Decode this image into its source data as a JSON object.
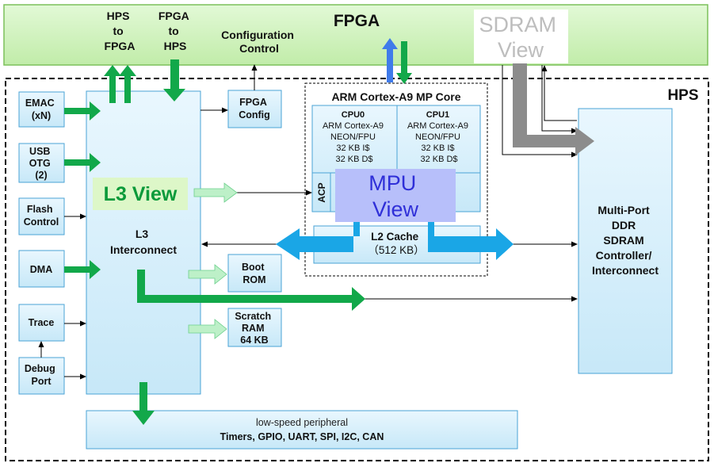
{
  "colors": {
    "fpga_fill": "#ccf2b8",
    "fpga_border": "#7cc05a",
    "block_fill": "#d4eefb",
    "block_fill_light": "#e6f5fd",
    "block_border": "#4aa3d6",
    "green_arrow": "#12a84a",
    "light_green_arrow": "#bdf0c8",
    "blue_arrow": "#1aa6e6",
    "gray_arrow": "#8c8c8c",
    "mpu_view_fill": "#b7bffa",
    "mpu_view_text": "#2f2fd8",
    "l3_view_fill": "#ddf7c8",
    "l3_view_text": "#0b9a3a",
    "sdram_view_text": "#bdbdbd"
  },
  "fpga": {
    "title": "FPGA"
  },
  "hps": {
    "title": "HPS"
  },
  "top_labels": {
    "hps_to_fpga": [
      "HPS",
      "to",
      "FPGA"
    ],
    "fpga_to_hps": [
      "FPGA",
      "to",
      "HPS"
    ],
    "config_control": [
      "Configuration",
      "Control"
    ]
  },
  "views": {
    "sdram": [
      "SDRAM",
      "View"
    ],
    "l3": [
      "L3 View"
    ],
    "mpu": [
      "MPU",
      "View"
    ]
  },
  "blocks": {
    "emac": [
      "EMAC",
      "(xN)"
    ],
    "usb": [
      "USB",
      "OTG",
      "(2)"
    ],
    "flash": [
      "Flash",
      "Control"
    ],
    "dma": [
      "DMA"
    ],
    "trace": [
      "Trace"
    ],
    "debug": [
      "Debug",
      "Port"
    ],
    "l3": [
      "L3",
      "Interconnect"
    ],
    "fpga_config": [
      "FPGA",
      "Config"
    ],
    "boot_rom": [
      "Boot",
      "ROM"
    ],
    "scratch_ram": [
      "Scratch",
      "RAM",
      "64 KB"
    ],
    "sdram_ctrl": [
      "Multi-Port",
      "DDR",
      "SDRAM",
      "Controller/",
      "Interconnect"
    ],
    "l2": [
      "L2 Cache",
      "（512 KB）"
    ],
    "acp": [
      "ACP"
    ]
  },
  "mp_core": {
    "title": "ARM Cortex-A9 MP Core",
    "cpu0": [
      "CPU0",
      "ARM Cortex-A9",
      "NEON/FPU",
      "32 KB I$",
      "32 KB D$"
    ],
    "cpu1": [
      "CPU1",
      "ARM Cortex-A9",
      "NEON/FPU",
      "32 KB I$",
      "32 KB D$"
    ]
  },
  "peripheral": {
    "line1": "low-speed peripheral",
    "line2": "Timers, GPIO, UART, SPI, I2C, CAN"
  }
}
